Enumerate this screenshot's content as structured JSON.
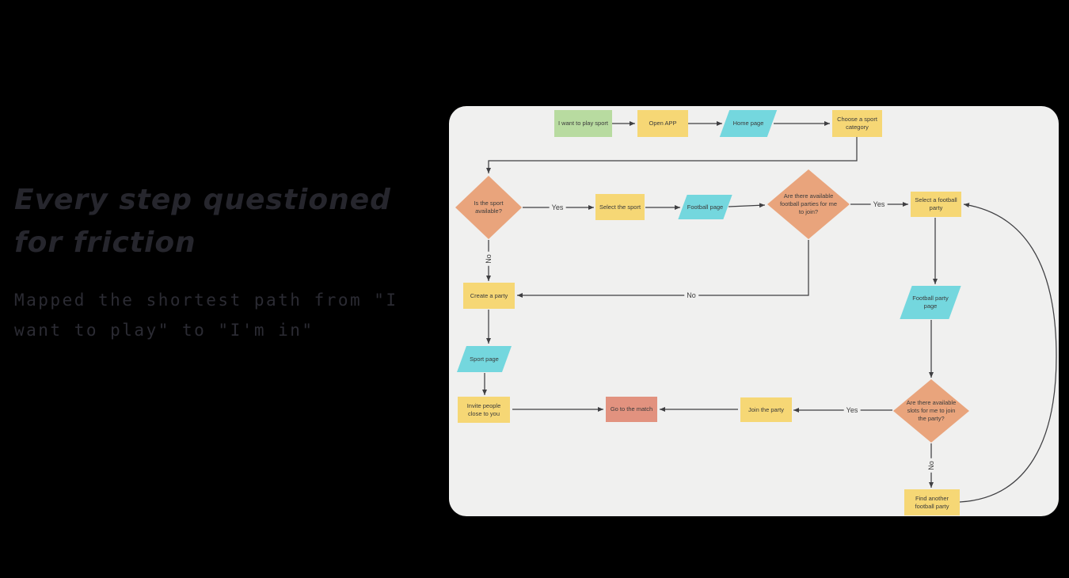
{
  "aside": {
    "heading": "Every step questioned for friction",
    "subtext": "Mapped the shortest path from \"I want to play\" to \"I'm in\""
  },
  "flowchart": {
    "nodes": {
      "start": {
        "label": "I want to play sport",
        "type": "start"
      },
      "open_app": {
        "label": "Open APP",
        "type": "process"
      },
      "home_page": {
        "label": "Home page",
        "type": "page"
      },
      "choose_category": {
        "label": "Choose a sport category",
        "type": "process"
      },
      "sport_available": {
        "label": "Is the sport available?",
        "type": "decision"
      },
      "select_sport": {
        "label": "Select the sport",
        "type": "process"
      },
      "football_page": {
        "label": "Football page",
        "type": "page"
      },
      "parties_available": {
        "label": "Are there available football parties for me to join?",
        "type": "decision"
      },
      "select_party": {
        "label": "Select a football party",
        "type": "process"
      },
      "create_party": {
        "label": "Create a party",
        "type": "process"
      },
      "sport_page": {
        "label": "Sport page",
        "type": "page"
      },
      "invite_people": {
        "label": "Invite people close to you",
        "type": "process"
      },
      "go_to_match": {
        "label": "Go to the match",
        "type": "end"
      },
      "join_party": {
        "label": "Join the party",
        "type": "process"
      },
      "slots_available": {
        "label": "Are there available slots for me to join the party?",
        "type": "decision"
      },
      "football_party_page": {
        "label": "Football party page",
        "type": "page"
      },
      "find_another_party": {
        "label": "Find another football party",
        "type": "process"
      }
    },
    "edge_labels": {
      "yes_sport_available": "Yes",
      "yes_parties_available": "Yes",
      "yes_slots_available": "Yes",
      "no_sport_available": "No",
      "no_parties_available": "No",
      "no_slots_available": "No"
    },
    "colors": {
      "start": "#b8dba0",
      "process": "#f6d775",
      "page": "#74d7de",
      "decision": "#e9a47c",
      "end": "#e2927f",
      "connector": "#3f3f42",
      "canvas": "#f0f0ef"
    }
  }
}
